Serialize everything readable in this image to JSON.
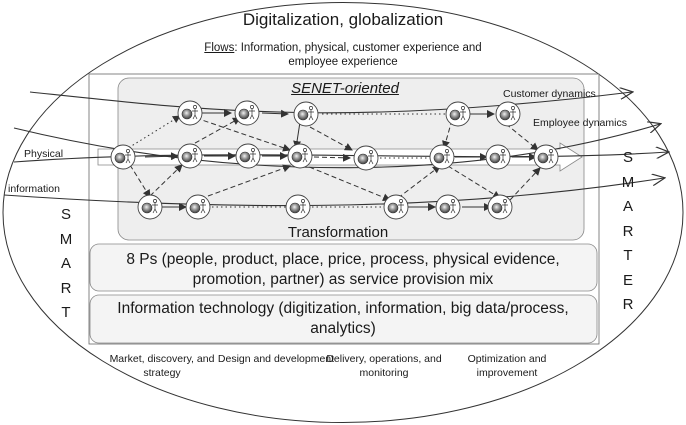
{
  "title": "Digitalization, globalization",
  "flows": {
    "label": "Flows",
    "text": ": Information, physical, customer experience and employee experience"
  },
  "senet_label": "SENET-oriented",
  "transformation_label": "Transformation",
  "ps_text": "8 Ps (people, product, place, price, process, physical evidence, promotion, partner) as service provision mix",
  "it_text": "Information technology (digitization, information, big data/process, analytics)",
  "smart_label": "SMART",
  "smarter_label": "SMARTER",
  "flow_labels": {
    "physical": "Physical",
    "information": "information",
    "customer_dynamics": "Customer dynamics",
    "employee_dynamics": "Employee dynamics"
  },
  "phases": [
    "Market, discovery, and strategy",
    "Design and development",
    "Delivery, operations, and monitoring",
    "Optimization and improvement"
  ],
  "colors": {
    "stroke": "#333333",
    "panel": "#eeeeee",
    "node": "#6e6e6e"
  }
}
